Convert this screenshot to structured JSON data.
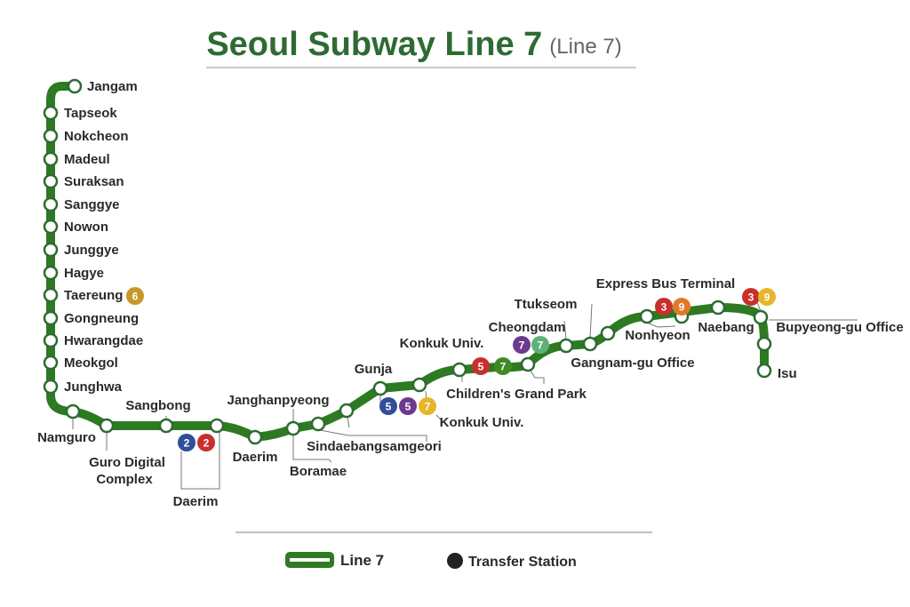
{
  "title": {
    "main": "Seoul Subway Line 7",
    "sub": "(Line 7)"
  },
  "colors": {
    "line": "#2e7a22",
    "title": "#2e6b33",
    "text": "#2a2a2a"
  },
  "station_labels": [
    "Jangam",
    "Tapseok",
    "Nokcheon",
    "Madeul",
    "Suraksan",
    "Sanggye",
    "Nowon",
    "Junggye",
    "Hagye",
    "Taereung",
    "Gongneung",
    "Hwarangdae",
    "Meokgol",
    "Junghwa",
    "Namguro",
    "Sangbong",
    "Guro Digital",
    "Complex",
    "Daerim",
    "Daerim",
    "Janghanpyeong",
    "Boramae",
    "Sindaebangsamgeori",
    "Gunja",
    "Konkuk Univ.",
    "Children's Grand Park",
    "Konkuk Univ.",
    "Cheongdam",
    "Ttukseom",
    "Gangnam-gu Office",
    "Express Bus Terminal",
    "Nonhyeon",
    "Naebang",
    "Bupyeong-gu Office",
    "Isu"
  ],
  "transfer_badges": [
    {
      "line": "6",
      "color": "#c8962a"
    },
    {
      "line": "2",
      "color": "#2f4f9a"
    },
    {
      "line": "2",
      "color": "#c8302c"
    },
    {
      "line": "5",
      "color": "#2f4f9a"
    },
    {
      "line": "5",
      "color": "#6b3a8e"
    },
    {
      "line": "7",
      "color": "#e6b52a"
    },
    {
      "line": "5",
      "color": "#c8302c"
    },
    {
      "line": "7",
      "color": "#3f8a24"
    },
    {
      "line": "7",
      "color": "#6b3a8e"
    },
    {
      "line": "7",
      "color": "#5fb07a"
    },
    {
      "line": "3",
      "color": "#c8302c"
    },
    {
      "line": "9",
      "color": "#e07a2a"
    },
    {
      "line": "3",
      "color": "#c8302c"
    },
    {
      "line": "9",
      "color": "#e6b52a"
    }
  ],
  "legend": {
    "line_label": "Line 7",
    "transfer_label": "Transfer Station"
  }
}
